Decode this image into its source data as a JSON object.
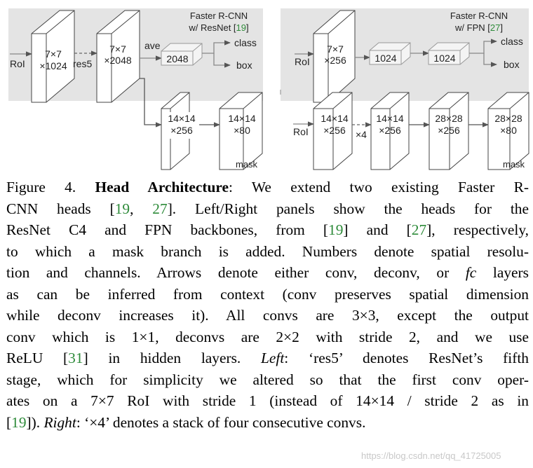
{
  "left_panel": {
    "title_line1": "Faster R-CNN",
    "title_line2_prefix": "w/ ResNet [",
    "title_line2_cite": "19",
    "title_line2_suffix": "]",
    "roi": "RoI",
    "box1_line1": "7×7",
    "box1_line2": "×1024",
    "res5": "res5",
    "box2_line1": "7×7",
    "box2_line2": "×2048",
    "ave": "ave",
    "fc": "2048",
    "class": "class",
    "box": "box",
    "mask_box1_line1": "14×14",
    "mask_box1_line2": "×256",
    "mask_box2_line1": "14×14",
    "mask_box2_line2": "×80",
    "mask": "mask"
  },
  "right_panel": {
    "title_line1": "Faster R-CNN",
    "title_line2_prefix": "w/ FPN [",
    "title_line2_cite": "27",
    "title_line2_suffix": "]",
    "roi_top": "RoI",
    "box1_line1": "7×7",
    "box1_line2": "×256",
    "fc1": "1024",
    "fc2": "1024",
    "class": "class",
    "box": "box",
    "roi_bottom": "RoI",
    "m1_line1": "14×14",
    "m1_line2": "×256",
    "x4": "×4",
    "m2_line1": "14×14",
    "m2_line2": "×256",
    "m3_line1": "28×28",
    "m3_line2": "×256",
    "m4_line1": "28×28",
    "m4_line2": "×80",
    "mask": "mask"
  },
  "caption": {
    "l1_a": "Figure 4. ",
    "l1_b": "Head Architecture",
    "l1_c": ":  We extend two existing Faster R-",
    "l2_a": "CNN heads [",
    "l2_c1": "19",
    "l2_b": ", ",
    "l2_c2": "27",
    "l2_d": "].  Left/Right panels show the heads for the",
    "l3_a": "ResNet C4 and FPN backbones, from [",
    "l3_c1": "19",
    "l3_b": "] and [",
    "l3_c2": "27",
    "l3_d": "], respectively,",
    "l4": "to which a mask branch is added. Numbers denote spatial resolu-",
    "l5_a": "tion and channels. Arrows denote either conv, deconv, or ",
    "l5_fc": "fc",
    "l5_b": " layers",
    "l6": "as can be inferred from context (conv preserves spatial dimension",
    "l7": "while deconv increases it).  All convs are 3×3, except the output",
    "l8": "conv which is 1×1, deconvs are 2×2 with stride 2, and we use",
    "l9_a": "ReLU [",
    "l9_c": "31",
    "l9_b": "] in hidden layers.  ",
    "l9_left": "Left",
    "l9_d": ": ‘res5’ denotes ResNet’s fifth",
    "l10": "stage, which for simplicity we altered so that the first conv oper-",
    "l11": "ates on a 7×7 RoI with stride 1 (instead of 14×14 / stride 2 as in",
    "l12_a": "[",
    "l12_c": "19",
    "l12_b": "]).  ",
    "l12_right": "Right",
    "l12_d": ": ‘×4’ denotes a stack of four consecutive convs."
  },
  "watermark": "https://blog.csdn.net/qq_41725005"
}
